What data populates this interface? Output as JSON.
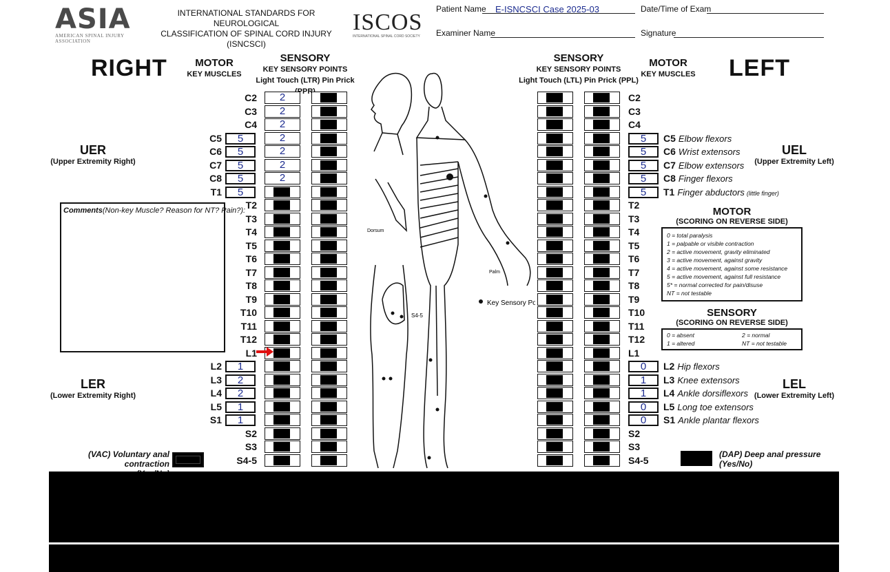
{
  "header": {
    "asia_logo_text": "ASIA",
    "asia_logo_subtext": "AMERICAN SPINAL INJURY ASSOCIATION",
    "title_lines": [
      "INTERNATIONAL STANDARDS FOR NEUROLOGICAL",
      "CLASSIFICATION OF SPINAL CORD INJURY",
      "(ISNCSCI)"
    ],
    "iscos_logo_text": "ISCOS",
    "iscos_logo_subtext": "INTERNATIONAL SPINAL CORD SOCIETY",
    "patient_name_label": "Patient Name",
    "patient_name_value": "E-ISNCSCI Case 2025-03",
    "exam_date_label": "Date/Time of Exam",
    "examiner_label": "Examiner Name",
    "signature_label": "Signature"
  },
  "right": {
    "title": "RIGHT",
    "motor_header": "MOTOR",
    "motor_sub": "KEY MUSCLES",
    "sensory_header": "SENSORY",
    "sensory_sub": "KEY SENSORY POINTS",
    "sensory_cols": "Light Touch (LTR) Pin Prick (PPR)",
    "uer": "UER",
    "uer_sub": "(Upper Extremity Right)",
    "ler": "LER",
    "ler_sub": "(Lower Extremity Right)",
    "comments_label": "Comments",
    "comments_hint": "(Non-key Muscle? Reason for NT? Pain?):",
    "vac_label": "(VAC) Voluntary anal contraction",
    "vac_sub": "(Yes/No)"
  },
  "left": {
    "title": "LEFT",
    "motor_header": "MOTOR",
    "motor_sub": "KEY MUSCLES",
    "sensory_header": "SENSORY",
    "sensory_sub": "KEY SENSORY POINTS",
    "sensory_cols": "Light Touch (LTL)  Pin Prick (PPL)",
    "uel": "UEL",
    "uel_sub": "(Upper Extremity Left)",
    "lel": "LEL",
    "lel_sub": "(Lower Extremity Left)",
    "dap_label": "(DAP) Deep anal pressure",
    "dap_sub": "(Yes/No)"
  },
  "levels": [
    "C2",
    "C3",
    "C4",
    "C5",
    "C6",
    "C7",
    "C8",
    "T1",
    "T2",
    "T3",
    "T4",
    "T5",
    "T6",
    "T7",
    "T8",
    "T9",
    "T10",
    "T11",
    "T12",
    "L1",
    "L2",
    "L3",
    "L4",
    "L5",
    "S1",
    "S2",
    "S3",
    "S4-5"
  ],
  "right_light_touch": {
    "C2": "2",
    "C3": "2",
    "C4": "2",
    "C5": "2",
    "C6": "2",
    "C7": "2",
    "C8": "2"
  },
  "right_motor": {
    "C5": "5",
    "C6": "5",
    "C7": "5",
    "C8": "5",
    "T1": "5",
    "L2": "1",
    "L3": "2",
    "L4": "2",
    "L5": "1",
    "S1": "1"
  },
  "left_motor": {
    "C5": "5",
    "C6": "5",
    "C7": "5",
    "C8": "5",
    "T1": "5",
    "L2": "0",
    "L3": "1",
    "L4": "1",
    "L5": "0",
    "S1": "0"
  },
  "left_muscles": [
    {
      "level": "C5",
      "name": "Elbow flexors"
    },
    {
      "level": "C6",
      "name": "Wrist extensors"
    },
    {
      "level": "C7",
      "name": "Elbow extensors"
    },
    {
      "level": "C8",
      "name": "Finger flexors"
    },
    {
      "level": "T1",
      "name": "Finger abductors",
      "note": "(little finger)"
    },
    {
      "level": "L2",
      "name": "Hip flexors"
    },
    {
      "level": "L3",
      "name": "Knee extensors"
    },
    {
      "level": "L4",
      "name": "Ankle dorsiflexors"
    },
    {
      "level": "L5",
      "name": "Long toe extensors"
    },
    {
      "level": "S1",
      "name": "Ankle plantar flexors"
    }
  ],
  "motor_scoring": {
    "title": "MOTOR",
    "sub": "(SCORING ON REVERSE SIDE)",
    "lines": [
      "0 = total paralysis",
      "1 = palpable or visible contraction",
      "2 = active movement, gravity eliminated",
      "3 = active movement, against gravity",
      "4 = active movement, against some resistance",
      "5 = active movement, against full resistance",
      "5* = normal corrected for pain/disuse",
      "NT = not testable"
    ]
  },
  "sensory_scoring": {
    "title": "SENSORY",
    "sub": "(SCORING ON REVERSE SIDE)",
    "lines": [
      "0 = absent",
      "2 = normal",
      "1 = altered",
      "NT = not testable"
    ]
  },
  "diagram_labels": {
    "dorsum": "Dorsum",
    "palm": "Palm",
    "key_points": "Key Sensory Points",
    "s45": "S4-5"
  }
}
